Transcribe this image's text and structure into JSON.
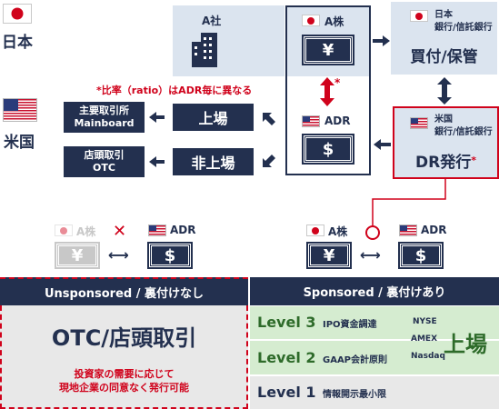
{
  "countries": {
    "japan": "日本",
    "usa": "米国"
  },
  "top": {
    "company": "A社",
    "share_jp": "A株",
    "adr": "ADR",
    "yen": "¥",
    "dollar": "$",
    "jp_bank": "日本\n銀行/信託銀行",
    "jp_bank_action": "買付/保管",
    "us_bank": "米国\n銀行/信託銀行",
    "us_bank_action": "DR発行",
    "asterisk": "*",
    "note": "*比率（ratio）はADR毎に異なる",
    "listed": "上場",
    "unlisted": "非上場",
    "mainboard": "主要取引所\nMainboard",
    "otc_box": "店頭取引\nOTC"
  },
  "middle": {
    "left_share": "A株",
    "left_adr": "ADR",
    "right_share": "A株",
    "right_adr": "ADR",
    "yen": "¥",
    "dollar": "$",
    "cross": "✕",
    "circle": "○"
  },
  "table": {
    "unsponsored_header": "Unsponsored / 裏付けなし",
    "sponsored_header": "Sponsored / 裏付けあり",
    "otc_title": "OTC/店頭取引",
    "otc_desc": "投資家の需要に応じて\n現地企業の同意なく発行可能",
    "levels": [
      {
        "level": "Level 3",
        "desc": "IPO資金調達"
      },
      {
        "level": "Level 2",
        "desc": "GAAP会計原則"
      },
      {
        "level": "Level 1",
        "desc": "情報開示最小限"
      }
    ],
    "exchanges": [
      "NYSE",
      "AMEX",
      "Nasdaq"
    ],
    "listed_big": "上場"
  },
  "colors": {
    "navy": "#23304f",
    "red": "#d0021b",
    "pale_blue": "#dbe4ef",
    "green": "#d5ecd0",
    "green_text": "#2e6b2a",
    "grey": "#e8e8e8"
  }
}
